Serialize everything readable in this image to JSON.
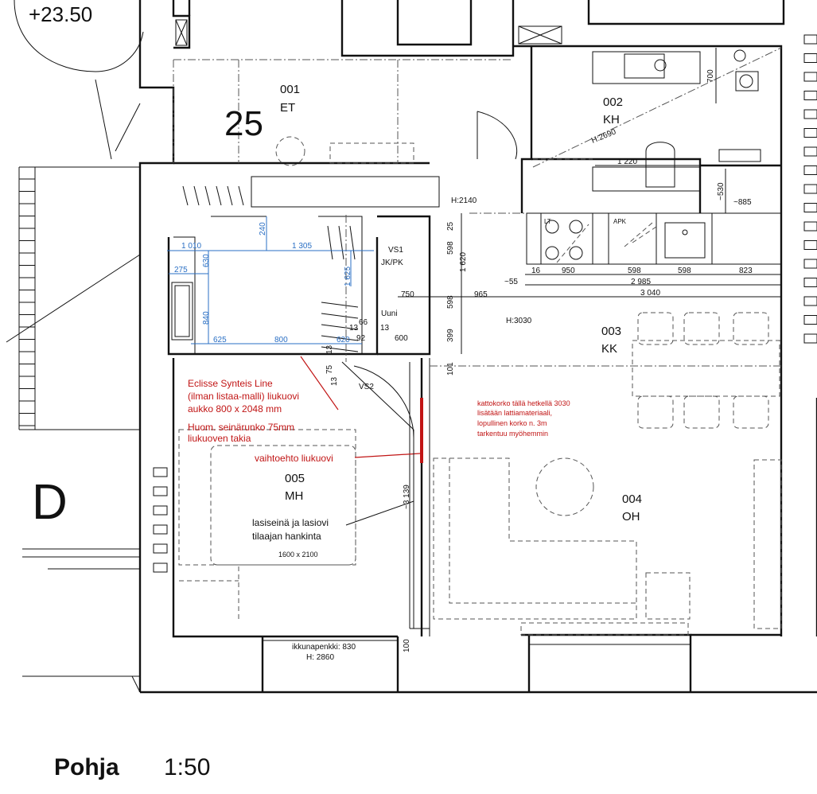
{
  "header": {
    "elevation": "+23.50",
    "block": "D",
    "apartment": "25"
  },
  "footer": {
    "title": "Pohja",
    "scale": "1:50"
  },
  "rooms": [
    {
      "code": "001",
      "name": "ET"
    },
    {
      "code": "002",
      "name": "KH"
    },
    {
      "code": "003",
      "name": "KK"
    },
    {
      "code": "004",
      "name": "OH"
    },
    {
      "code": "005",
      "name": "MH"
    }
  ],
  "fixtures": {
    "vs1": "VS1",
    "jkpk": "JK/PK",
    "uuni": "Uuni",
    "vs2": "VS2",
    "lt": "LT",
    "apk": "APK"
  },
  "heights": {
    "h2140": "H:2140",
    "h3030": "H:3030",
    "h2690": "H:2690",
    "h2860": "H: 2860"
  },
  "dims_black": {
    "d700": "700",
    "d1220": "1 220",
    "d530": "~530",
    "d885": "~885",
    "d25": "25",
    "d598a": "598",
    "d1620": "1 620",
    "d598b": "598",
    "d399": "399",
    "d101": "101",
    "d16": "16",
    "d950": "950",
    "d598c": "598",
    "d598d": "598",
    "d823": "823",
    "d2985": "2 985",
    "d3040": "3 040",
    "d55": "~55",
    "d750": "750",
    "d965": "965",
    "d600": "600",
    "d66": "66",
    "d13a": "13",
    "d13b": "13",
    "d92": "92",
    "d13c": "13",
    "d75": "75",
    "d13d": "13",
    "d3139": "~3 139",
    "d100": "100"
  },
  "dims_blue": {
    "b240": "240",
    "b1010": "1 010",
    "b1305": "1 305",
    "b630": "630",
    "b275": "275",
    "b1625": "1 625",
    "b840": "840",
    "b625": "625",
    "b800": "800",
    "b620": "620"
  },
  "notes": {
    "eclisse": [
      "Eclisse Synteis Line",
      "(ilman listaa-malli) liukuovi",
      "aukko 800 x 2048 mm",
      "Huom. seinärunko 75mm",
      "liukuoven takia"
    ],
    "ceiling": [
      "kattokorko tällä hetkellä 3030",
      "lisätään lattiamateriaali,",
      "lopullinen korko n. 3m",
      "tarkentuu myöhemmin"
    ],
    "alt_door": "vaihtoehto liukuovi",
    "glass": [
      "lasiseinä ja lasiovi",
      "tilaajan hankinta"
    ],
    "glass_size": "1600 x 2100",
    "window_bench": "ikkunapenkki: 830"
  },
  "colors": {
    "line": "#111111",
    "blue_dim": "#2a6fc4",
    "red_note": "#c11515"
  }
}
